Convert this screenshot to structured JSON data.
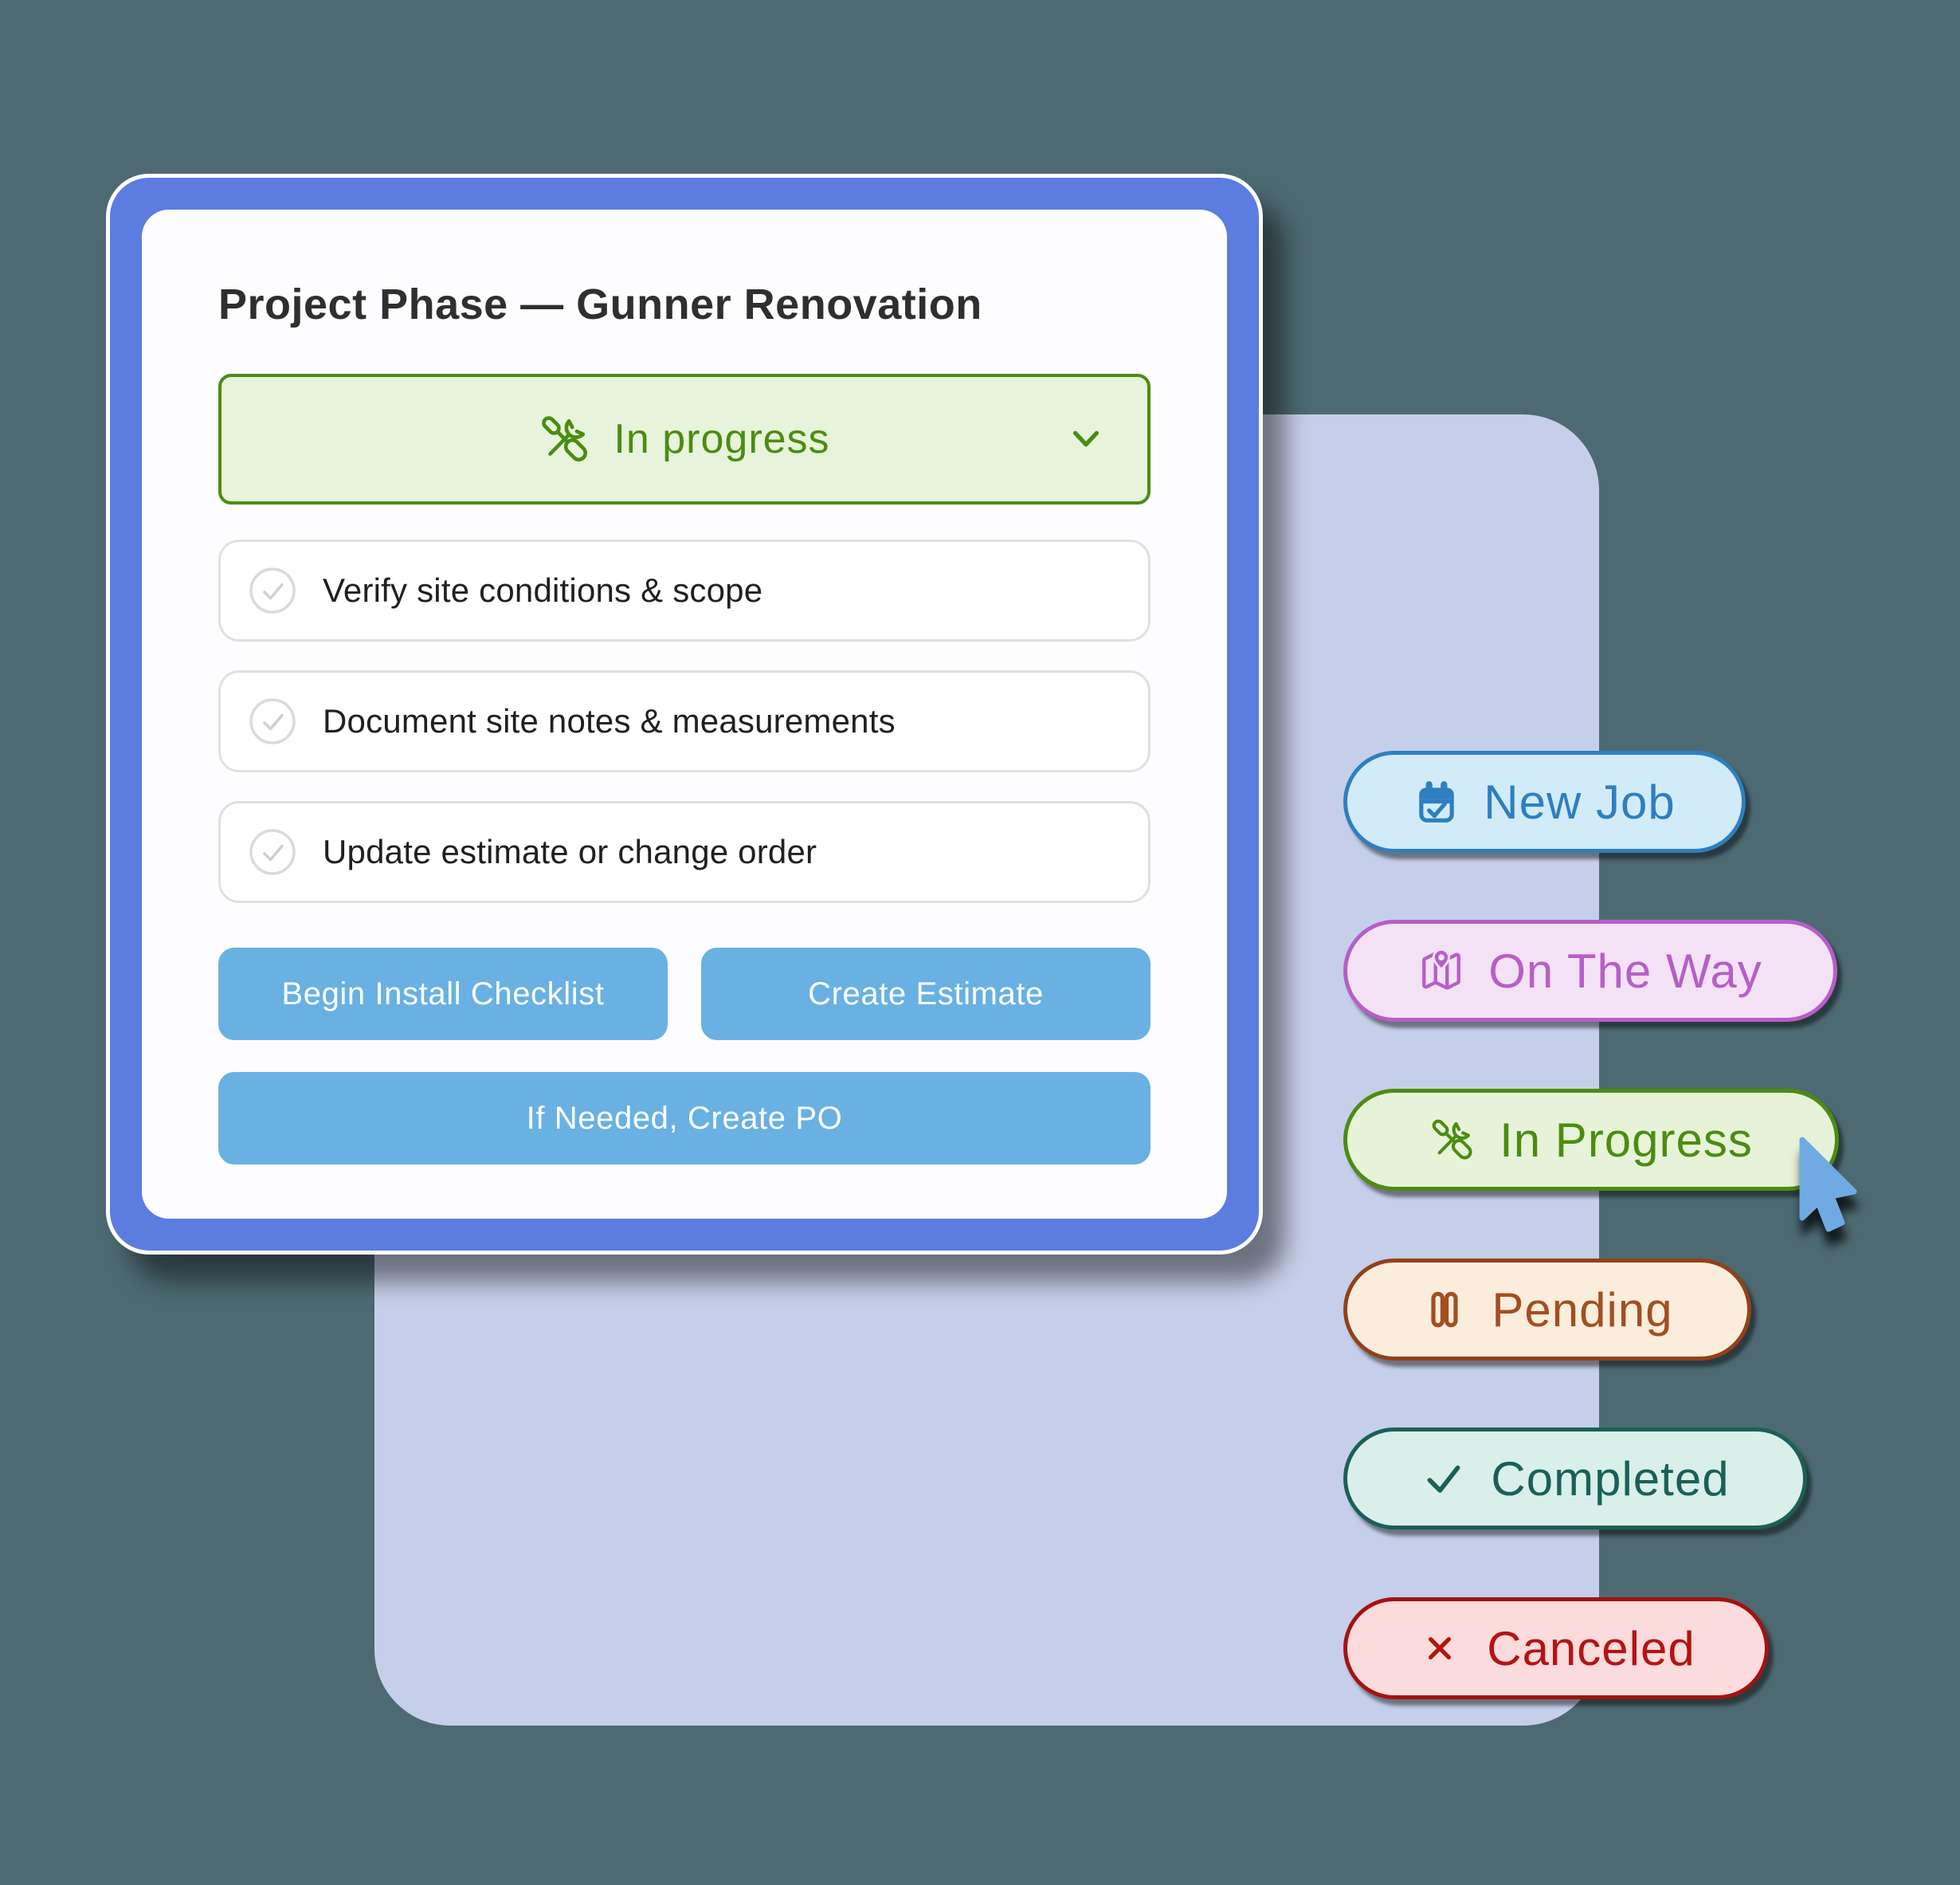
{
  "page": {
    "background_color": "#4D6A72",
    "panel_color": "#C5CFE9"
  },
  "card": {
    "title": "Project Phase — Gunner Renovation",
    "frame_color": "#5C7CE0",
    "status_dropdown": {
      "label": "In progress",
      "icon": "tools-icon",
      "text_color": "#4C8C11",
      "bg_color": "#E7F3DA"
    },
    "checklist": [
      {
        "label": "Verify site conditions & scope",
        "state": "unchecked"
      },
      {
        "label": "Document site notes & measurements",
        "state": "unchecked"
      },
      {
        "label": "Update estimate or change order",
        "state": "unchecked"
      }
    ],
    "actions": {
      "button_color": "#69B1E3",
      "buttons": [
        {
          "label": "Begin Install Checklist"
        },
        {
          "label": "Create Estimate"
        },
        {
          "label": "If Needed, Create PO"
        }
      ]
    }
  },
  "status_pills": [
    {
      "label": "New Job",
      "icon": "calendar-check-icon",
      "text_color": "#2E7FC0",
      "border_color": "#2E7FC0",
      "bg_color": "#D2EBF9"
    },
    {
      "label": "On The Way",
      "icon": "map-pin-icon",
      "text_color": "#B55FC7",
      "border_color": "#B55FC7",
      "bg_color": "#F3E2F6"
    },
    {
      "label": "In Progress",
      "icon": "tools-icon",
      "text_color": "#4C8C11",
      "border_color": "#4C8C11",
      "bg_color": "#E7F3D9"
    },
    {
      "label": "Pending",
      "icon": "pause-icon",
      "text_color": "#A34E21",
      "border_color": "#93401A",
      "bg_color": "#FBEDDC"
    },
    {
      "label": "Completed",
      "icon": "check-icon",
      "text_color": "#1B6058",
      "border_color": "#1B6058",
      "bg_color": "#D9F0EA"
    },
    {
      "label": "Canceled",
      "icon": "x-icon",
      "text_color": "#B31414",
      "border_color": "#A31212",
      "bg_color": "#FBDBDB"
    }
  ],
  "cursor": {
    "color": "#6FAAE2"
  }
}
